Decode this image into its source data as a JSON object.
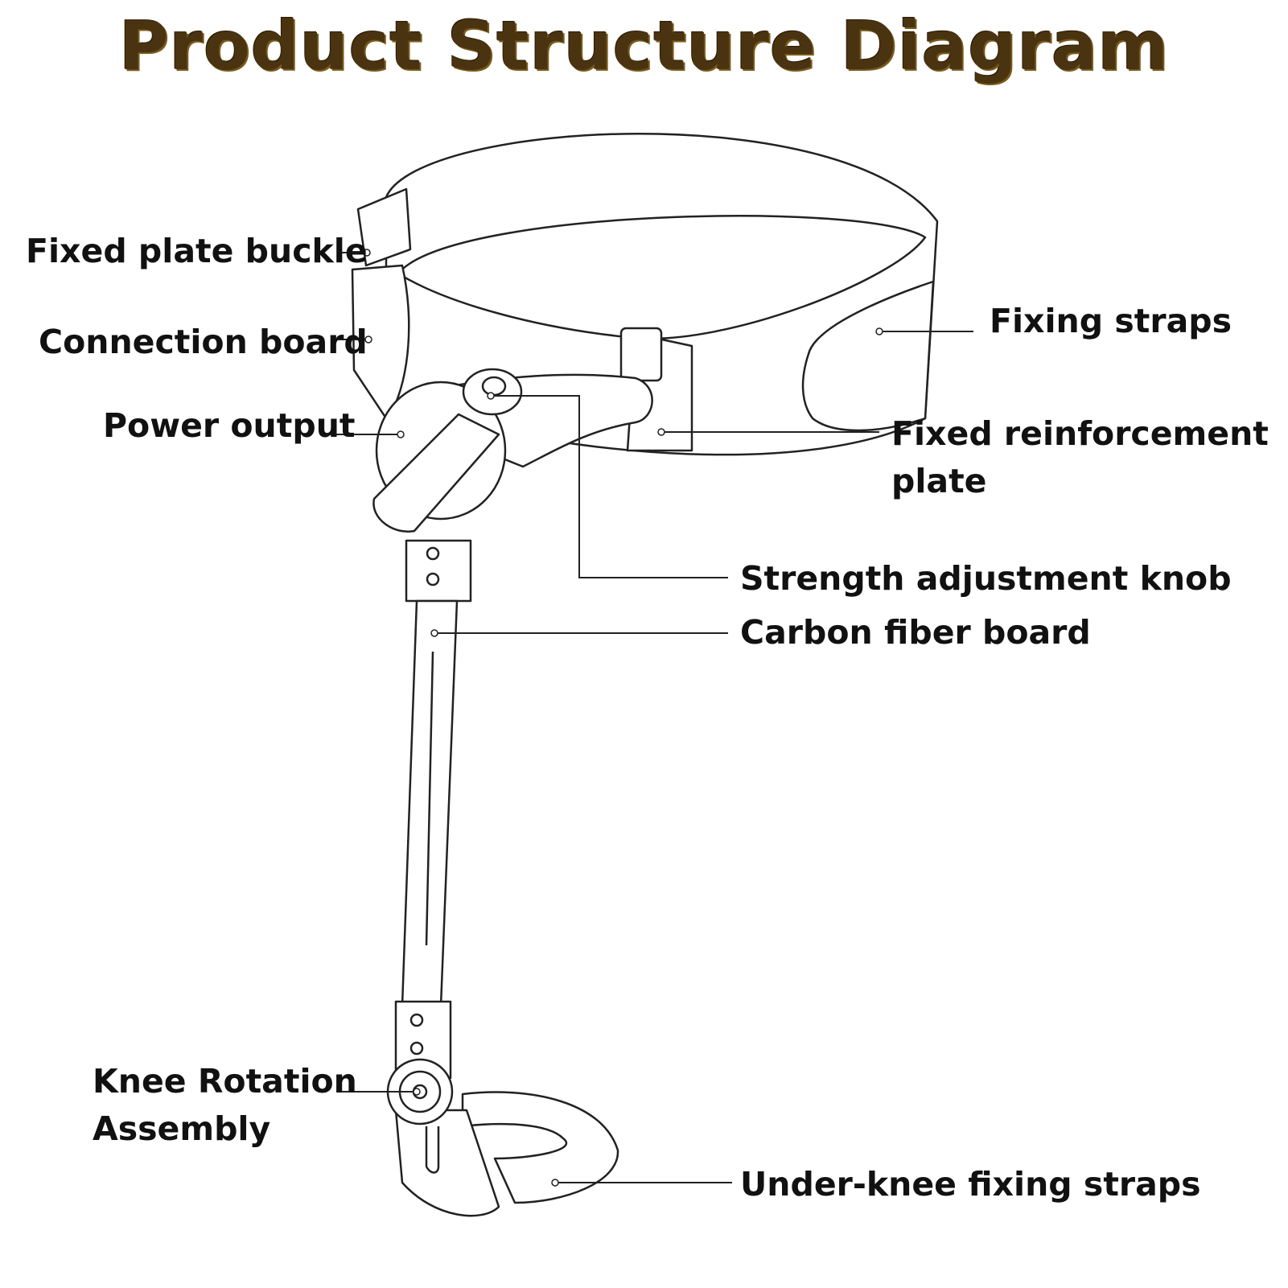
{
  "title": "Product Structure Diagram",
  "colors": {
    "title": "#4a3310",
    "lines": "#222222",
    "labels": "#111111"
  },
  "labels": {
    "fixed_plate_buckle": "Fixed plate buckle",
    "connection_board": "Connection board",
    "power_output": "Power output",
    "fixing_straps": "Fixing straps",
    "fixed_reinforcement_plate_1": "Fixed reinforcement",
    "fixed_reinforcement_plate_2": "plate",
    "strength_adjustment_knob": "Strength adjustment knob",
    "carbon_fiber_board": "Carbon fiber board",
    "knee_rotation_assembly_1": "Knee Rotation",
    "knee_rotation_assembly_2": "Assembly",
    "under_knee_fixing_straps": "Under-knee fixing straps"
  }
}
